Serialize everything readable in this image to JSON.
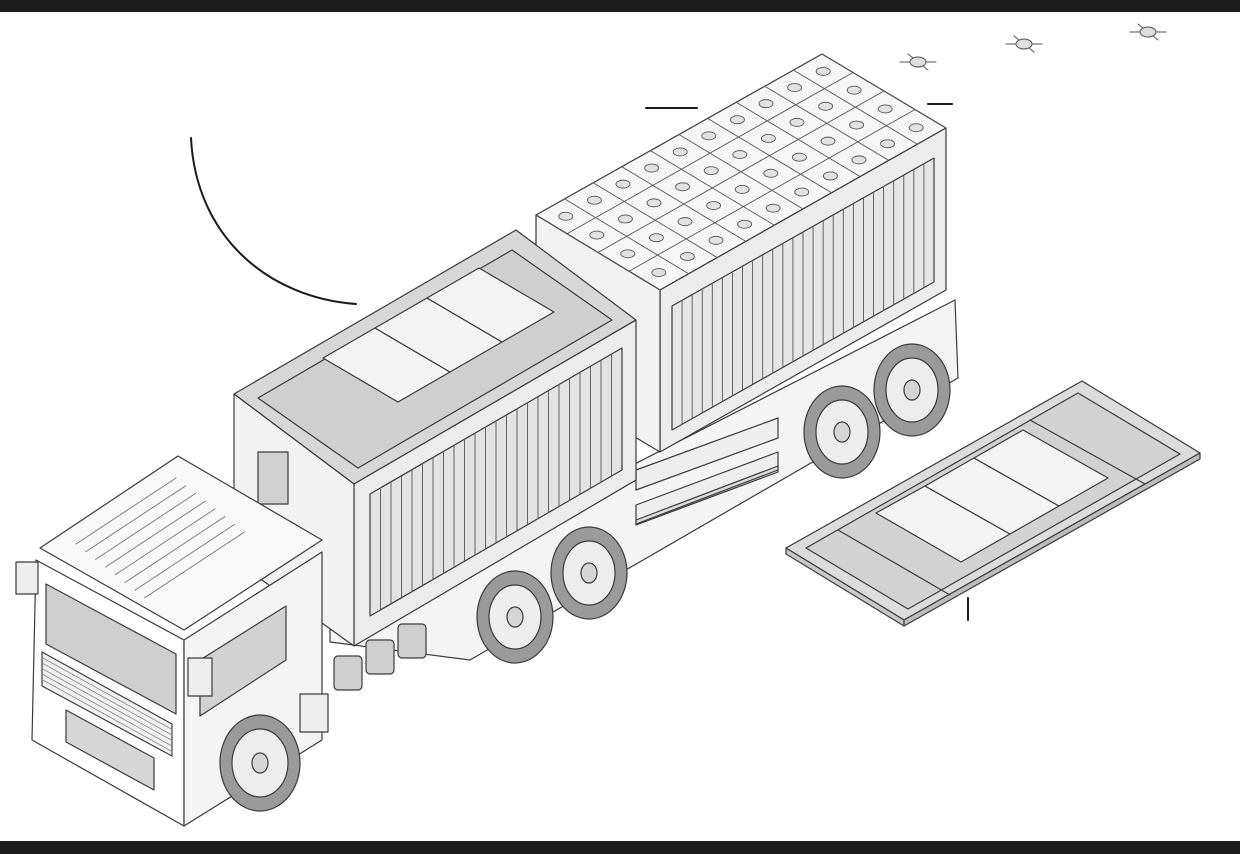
{
  "illustration": {
    "subject": "truck-with-drone-container-and-solar-panel-ground-mat",
    "leader_lines": [
      "cooling-unit-roof-leader",
      "drone-bay-leader",
      "flying-drones-leader",
      "solar-mat-leader"
    ],
    "labels": []
  },
  "colors": {
    "frame": "#1c1c1c",
    "background": "#ffffff",
    "outline": "#3a3a3a",
    "light_fill": "#f1f1f1",
    "mid_fill": "#d9d9d9",
    "panel_fill": "#eeeeee",
    "tire_fill": "#9a9a9a"
  }
}
